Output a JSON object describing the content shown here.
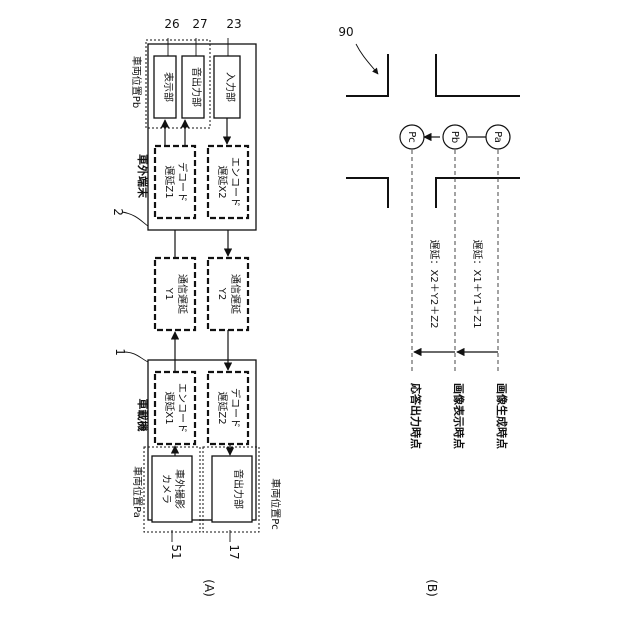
{
  "figA": {
    "caption": "(A)",
    "vehicle": {
      "ref": "1",
      "title": "車載機"
    },
    "terminal": {
      "ref": "2",
      "title": "車外端末"
    },
    "camera": {
      "ref": "51",
      "label": "車外撮影 カメラ",
      "zone": "車両位置Pa"
    },
    "vehicle_speaker": {
      "ref": "17",
      "label": "音出力部",
      "zone": "車両位置Pc"
    },
    "encode_x1": "エンコード 遅延X1",
    "decode_z2": "デコード 遅延Z2",
    "comm_y1": "通信遅延 Y1",
    "comm_y2": "通信遅延 Y2",
    "decode_z1": "デコード 遅延Z1",
    "encode_x2": "エンコード 遅延X2",
    "display": {
      "ref": "26",
      "label": "表示部"
    },
    "terminal_speaker": {
      "ref": "27",
      "label": "音出力部"
    },
    "terminal_zone": "車両位置Pb",
    "input": {
      "ref": "23",
      "label": "入力部"
    }
  },
  "figB": {
    "caption": "(B)",
    "ref": "90",
    "positions": [
      "Pc",
      "Pb",
      "Pa"
    ],
    "times": {
      "response": "応答出力時点",
      "display": "画像表示時点",
      "generation": "画像生成時点"
    },
    "delays": {
      "upper": "遅延：X2＋Y2＋Z2",
      "lower": "遅延：X1＋Y1＋Z1"
    }
  }
}
